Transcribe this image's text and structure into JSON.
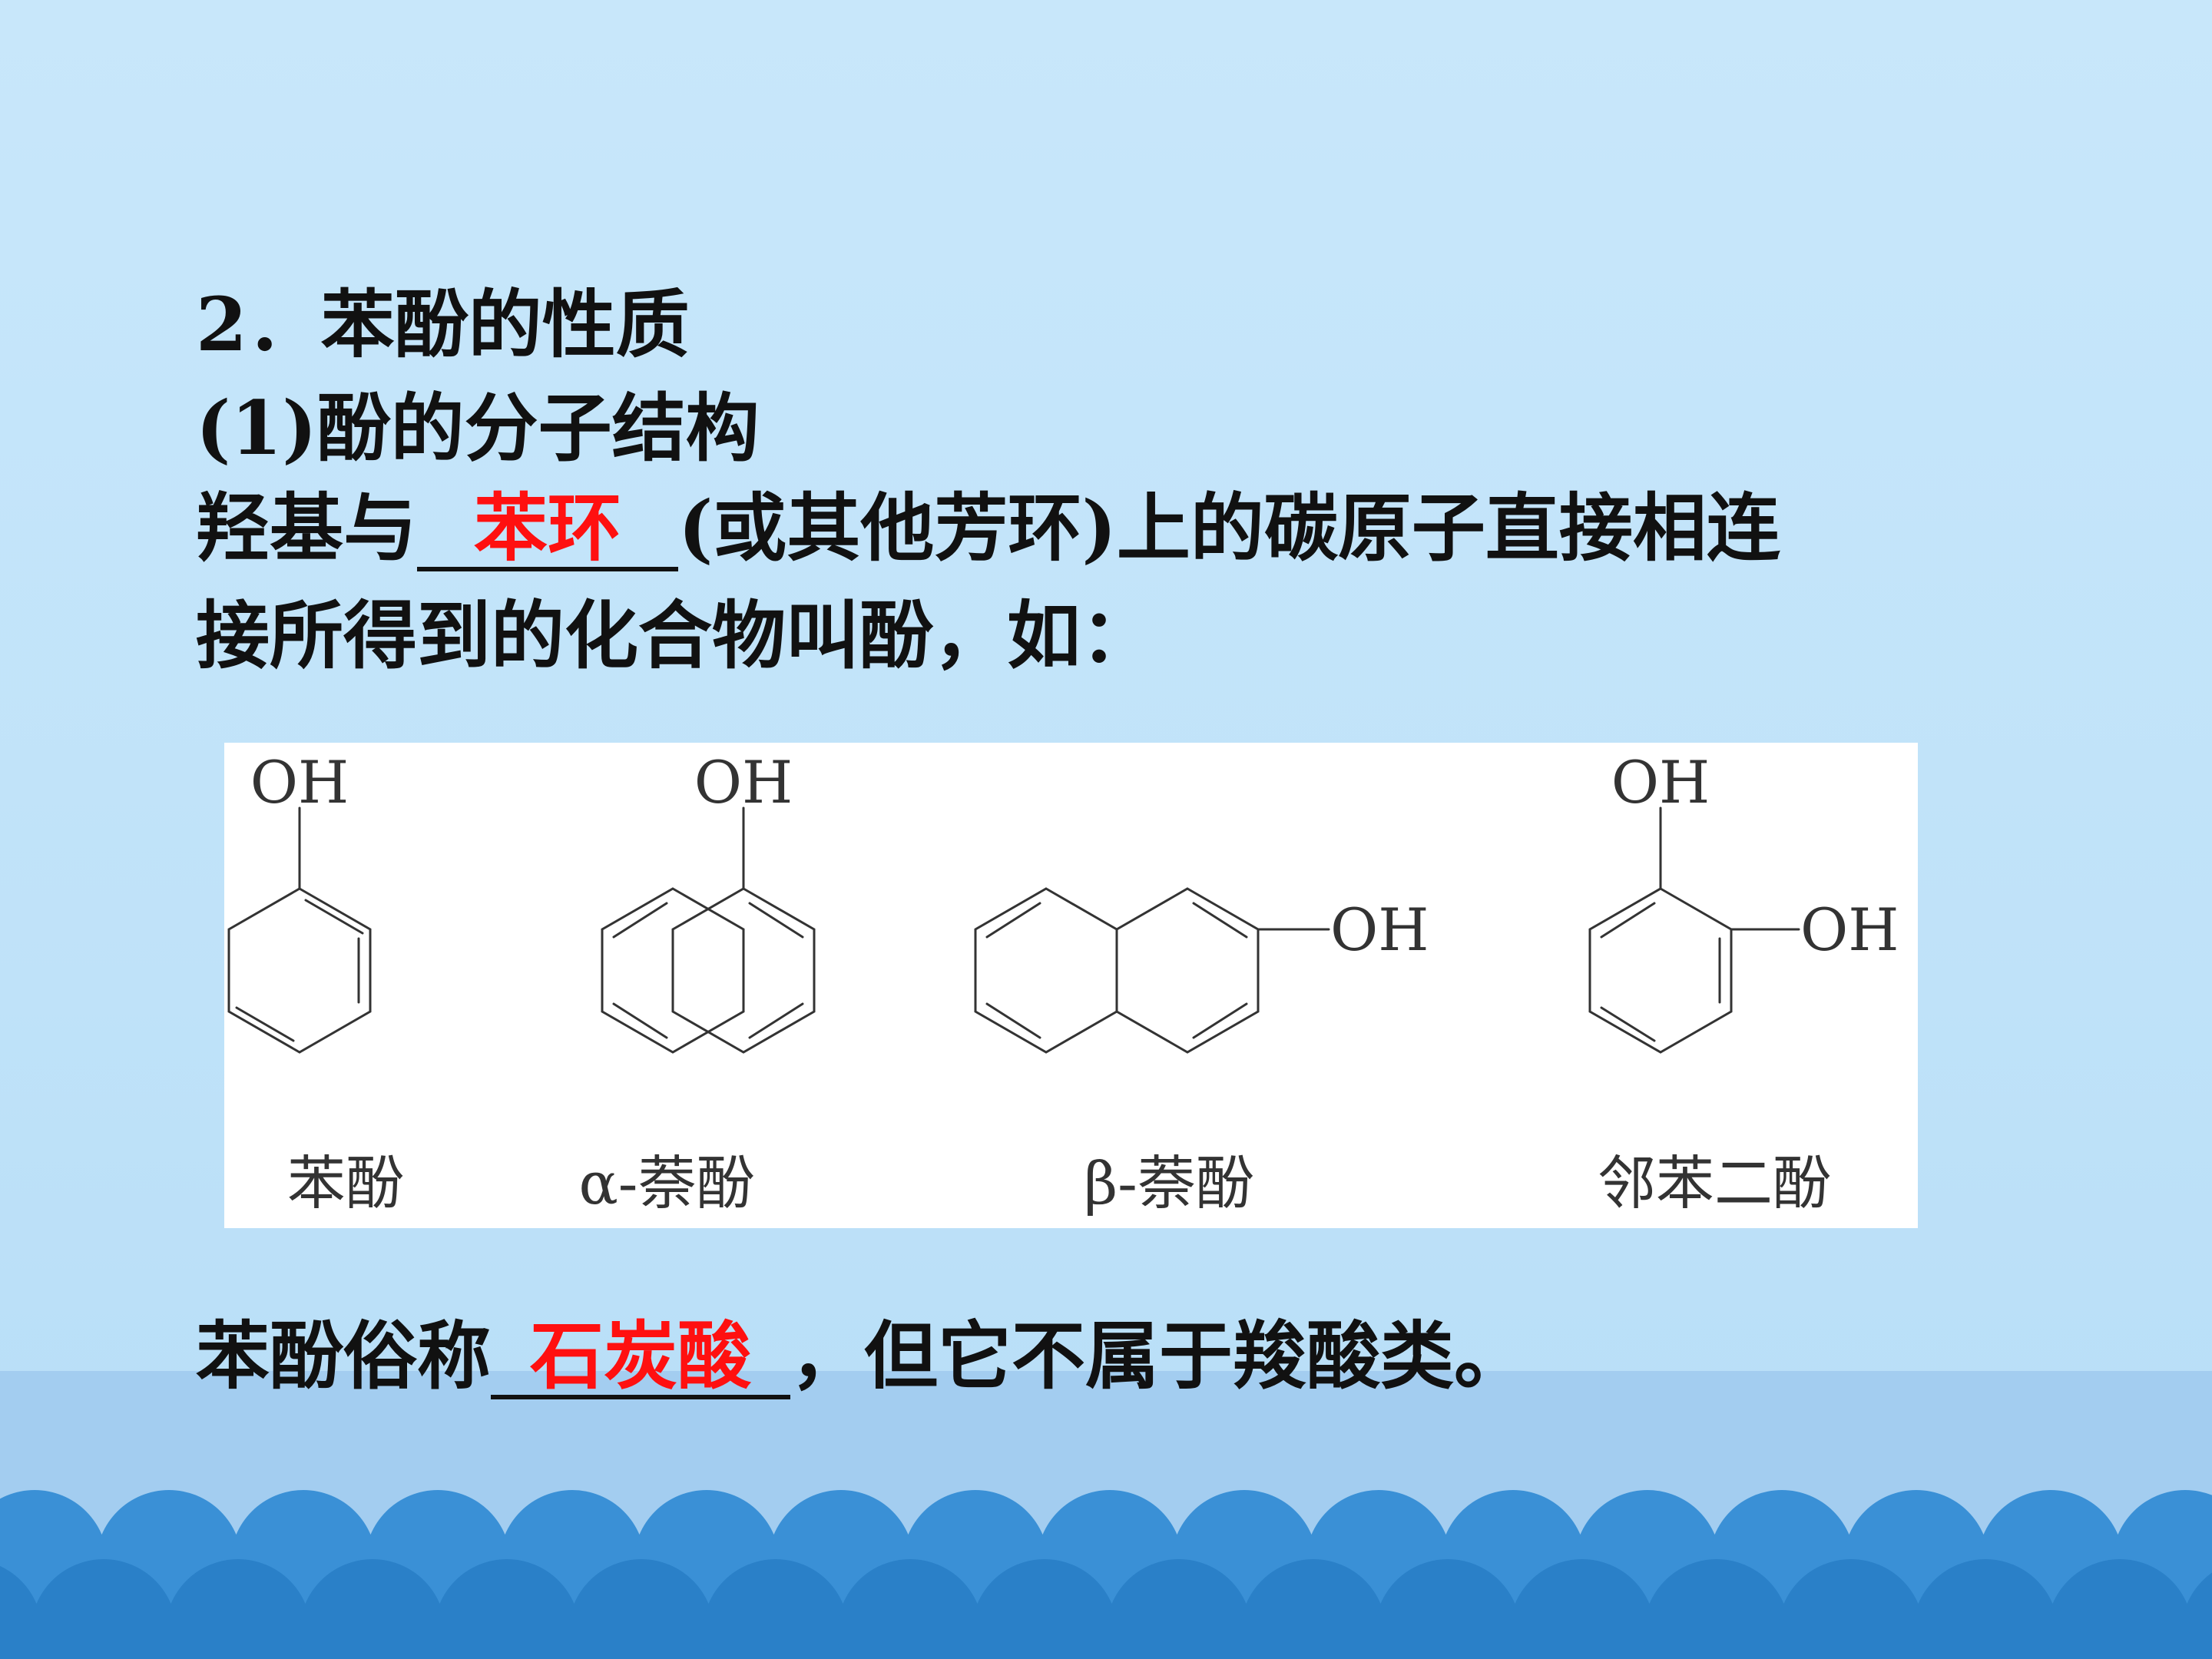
{
  "heading": "2．苯酚的性质",
  "subheading": "(1)酚的分子结构",
  "line1_pre": "羟基与",
  "blank1_answer": "苯环",
  "line1_post": "(或其他芳环)上的碳原子直接相连",
  "line2": "接所得到的化合物叫酚，如：",
  "figure": {
    "oh_label": "OH",
    "names": [
      "苯酚",
      "α-萘酚",
      "β-萘酚",
      "邻苯二酚"
    ]
  },
  "line3_pre": "苯酚俗称",
  "blank2_answer": "石炭酸",
  "line3_post": "，但它不属于羧酸类。",
  "colors": {
    "background": "#c8e7fa",
    "answer_red": "#ff1010",
    "wave_blue": "#2d87cf"
  }
}
